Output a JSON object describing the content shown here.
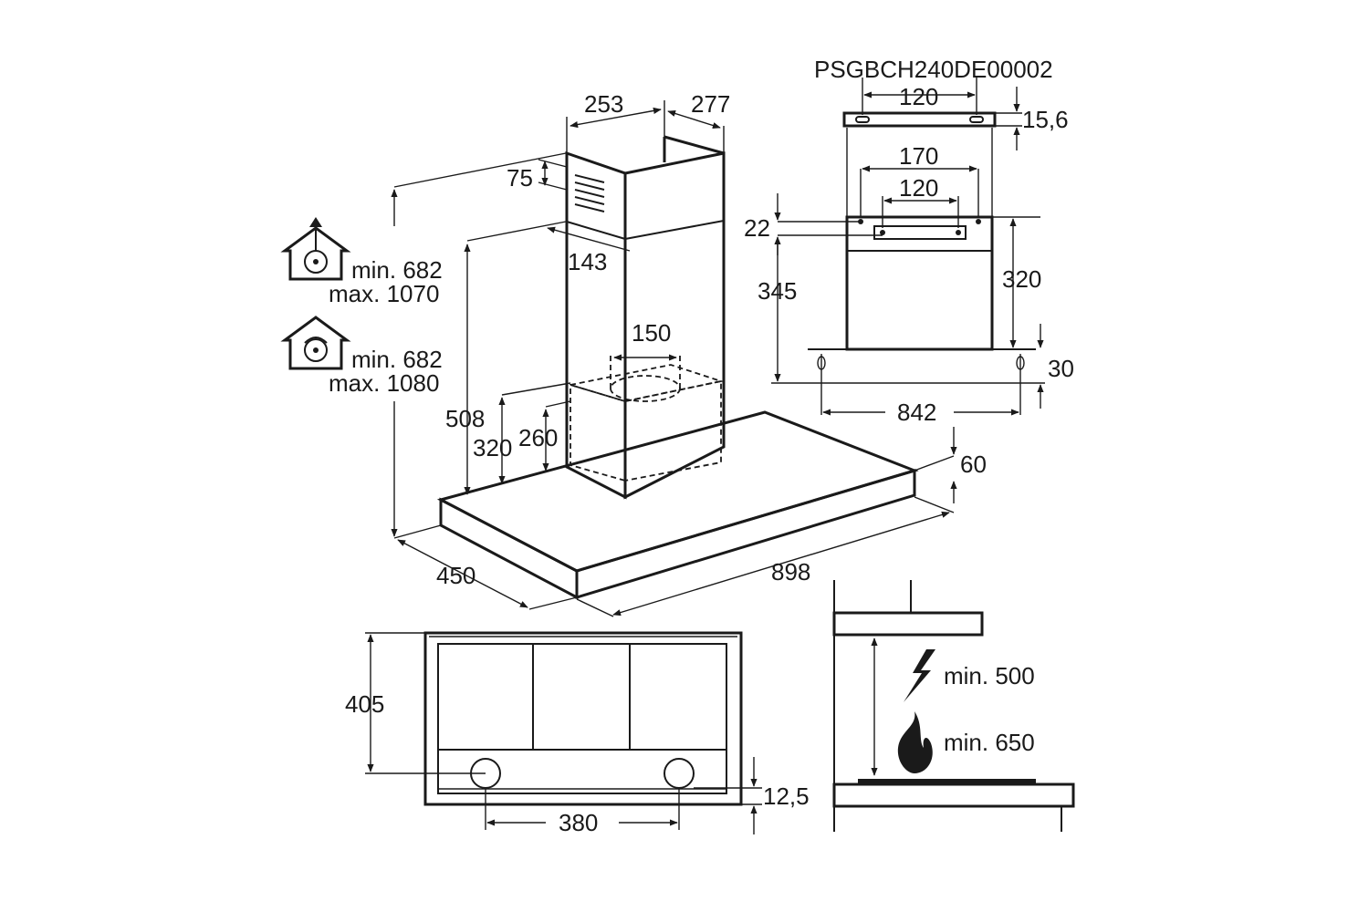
{
  "model_code": "PSGBCH240DE00002",
  "main_view": {
    "chimney_depth": "253",
    "chimney_width": "277",
    "vent_slot_height": "75",
    "chimney_offset": "143",
    "outlet_diameter": "150",
    "overall_height": "508",
    "box_height_outer": "320",
    "box_height_inner": "260",
    "hood_depth": "450",
    "hood_width": "898",
    "hood_thickness": "60"
  },
  "ducting_modes": {
    "extraction": {
      "icon": "extraction-mode-icon",
      "min": "min. 682",
      "max": "max. 1070"
    },
    "recirculation": {
      "icon": "recirculation-mode-icon",
      "min": "min. 682",
      "max": "max. 1080"
    }
  },
  "mounting_view": {
    "top_hole_spacing": "120",
    "top_hole_offset": "15,6",
    "middle_width": "170",
    "inner_hole_spacing": "120",
    "hole_offset": "22",
    "bracket_height": "345",
    "rail_height": "320",
    "bottom_gap": "30",
    "bottom_hole_spacing": "842"
  },
  "bottom_view": {
    "depth": "405",
    "light_spacing": "380",
    "edge_offset": "12,5"
  },
  "clearance_view": {
    "electric": {
      "icon": "lightning-icon",
      "label": "min. 500"
    },
    "gas": {
      "icon": "flame-icon",
      "label": "min. 650"
    }
  }
}
